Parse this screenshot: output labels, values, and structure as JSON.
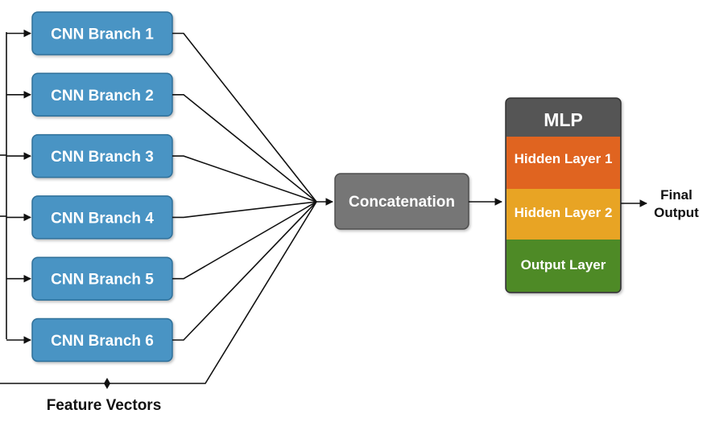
{
  "branches": [
    {
      "label": "CNN Branch 1"
    },
    {
      "label": "CNN Branch 2"
    },
    {
      "label": "CNN Branch 3"
    },
    {
      "label": "CNN Branch 4"
    },
    {
      "label": "CNN Branch 5"
    },
    {
      "label": "CNN Branch 6"
    }
  ],
  "concat": {
    "label": "Concatenation"
  },
  "mlp": {
    "title": "MLP",
    "layers": [
      {
        "label": "Hidden Layer 1",
        "color": "#e06420"
      },
      {
        "label": "Hidden Layer 2",
        "color": "#e8a424"
      },
      {
        "label": "Output Layer",
        "color": "#4e8a26"
      }
    ],
    "header_color": "#555555"
  },
  "output": {
    "line1": "Final",
    "line2": "Output"
  },
  "input": {
    "label": "Feature Vectors"
  },
  "colors": {
    "branch": "#4a94c4",
    "branch_border": "#2f6f99",
    "concat": "#767676",
    "concat_border": "#4e4e4e",
    "arrow": "#111111"
  }
}
